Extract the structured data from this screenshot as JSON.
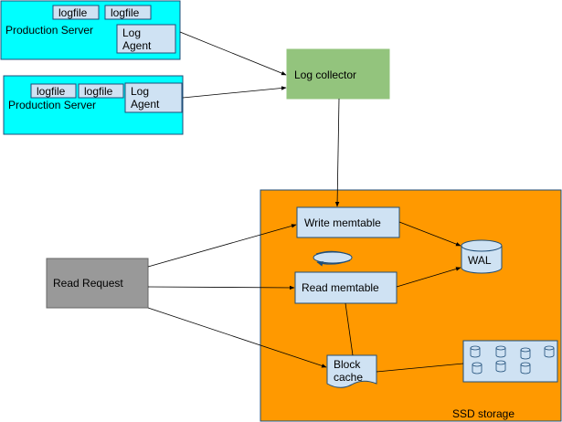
{
  "colors": {
    "server_fill": "#00ffff",
    "collector_fill": "#93c47d",
    "storage_fill": "#ff9900",
    "request_fill": "#999999",
    "box_fill": "#cfe2f3",
    "stroke": "#1f4e79",
    "edge": "#000000"
  },
  "servers": [
    {
      "label": "Production Server",
      "logfiles": [
        "logfile",
        "logfile"
      ],
      "agent_line1": "Log",
      "agent_line2": "Agent"
    },
    {
      "label": "Production Server",
      "logfiles": [
        "logfile",
        "logfile"
      ],
      "agent_line1": "Log",
      "agent_line2": "Agent"
    }
  ],
  "collector": {
    "label": "Log collector"
  },
  "storage": {
    "label": "SSD storage",
    "write_memtable": "Write memtable",
    "read_memtable": "Read memtable",
    "wal": "WAL",
    "block_cache_line1": "Block",
    "block_cache_line2": "cache"
  },
  "request": {
    "label": "Read Request"
  }
}
